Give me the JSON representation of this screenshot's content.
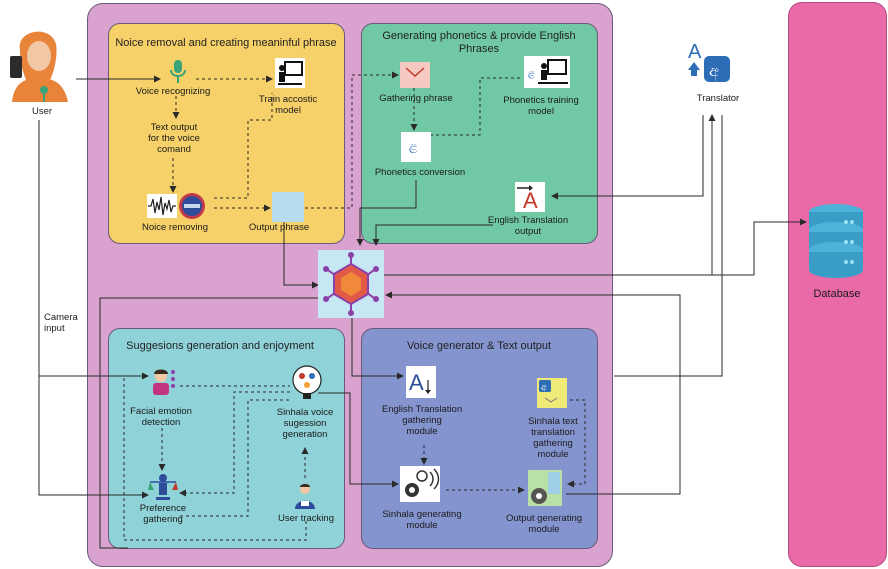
{
  "user": {
    "label": "User"
  },
  "camera_input": {
    "label": "Camera\ninput"
  },
  "translator": {
    "label": "Translator"
  },
  "database": {
    "label": "Database"
  },
  "panels": {
    "noise": {
      "title": "Noice removal and creating meaninful phrase",
      "voice_recognizing": "Voice recognizing",
      "train_model": "Train accostic\nmodel",
      "text_output": "Text output\nfor the voice\ncomand",
      "noise_removing": "Noice removing",
      "output_phrase": "Output phrase"
    },
    "phonetics": {
      "title": "Generating phonetics & provide English\nPhrases",
      "gathering_phrase": "Gathering phrase",
      "phonetics_training": "Phonetics training\nmodel",
      "phonetics_conversion": "Phonetics conversion",
      "english_translation_output": "English Translation\noutput"
    },
    "suggestions": {
      "title": "Suggesions generation and enjoyment",
      "facial_emotion": "Facial emotion\ndetection",
      "sinhala_voice": "Sinhala voice\nsugession\ngeneration",
      "preference": "Preference\ngathering",
      "user_tracking": "User tracking"
    },
    "voice": {
      "title": "Voice generator & Text output",
      "english_gathering": "English Translation\ngathering\nmodule",
      "sinhala_text_gathering": "Sinhala text\ntranslation\ngathering\nmodule",
      "sinhala_generating": "Sinhala generating\nmodule",
      "output_generating": "Output generating\nmodule"
    }
  },
  "colors": {
    "main_bg": "#d9a2cf",
    "noise_bg": "#f6d068",
    "phonetics_bg": "#71c8a4",
    "suggestions_bg": "#8fd3d8",
    "voice_bg": "#8494cf",
    "database_bg": "#ea6aa8"
  }
}
